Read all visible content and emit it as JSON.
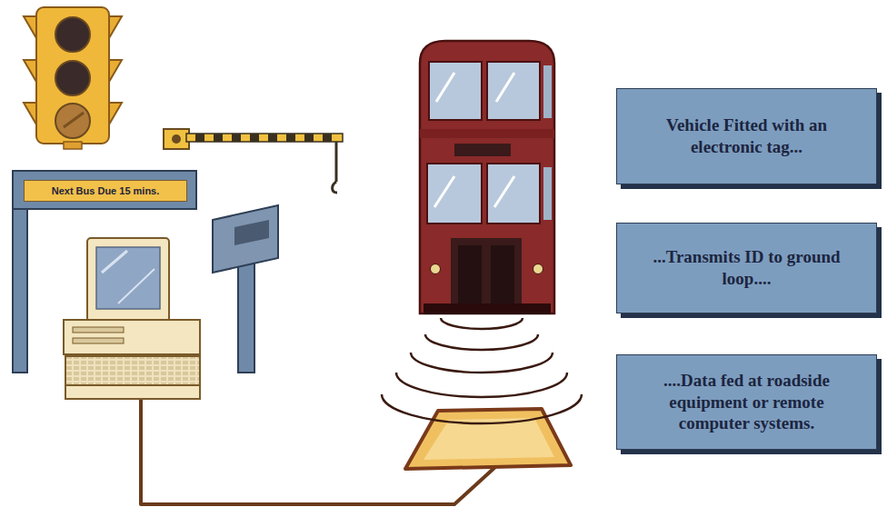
{
  "diagram": {
    "nodes": [
      {
        "text": [
          "Next Bus Due 15 mins."
        ]
      },
      {
        "text": [
          "Vehicle Fitted with an electronic tag..."
        ]
      },
      {
        "text": [
          "...Transmits ID to ground loop...."
        ]
      },
      {
        "text": [
          "....Data fed at roadside equipment or remote computer systems."
        ]
      }
    ]
  }
}
